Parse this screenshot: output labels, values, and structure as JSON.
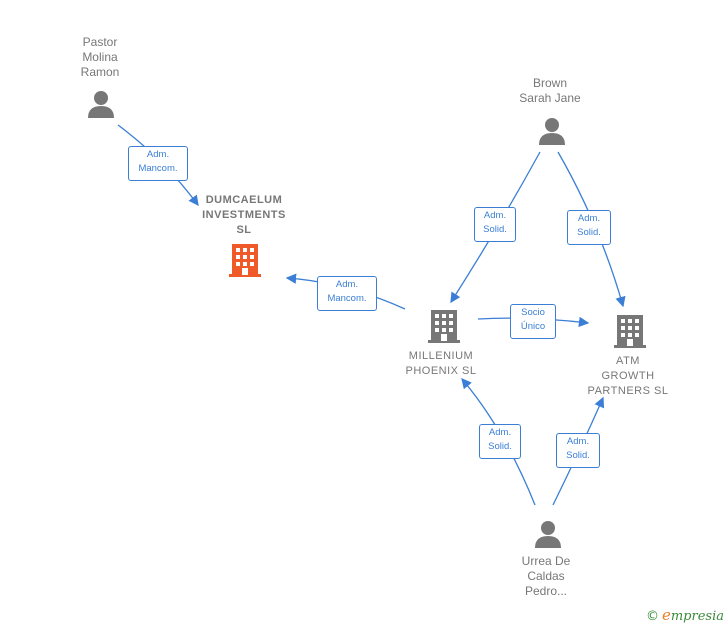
{
  "nodes": {
    "pastor": {
      "label": "Pastor\nMolina\nRamon",
      "type": "person"
    },
    "brown": {
      "label": "Brown\nSarah Jane",
      "type": "person"
    },
    "urrea": {
      "label": "Urrea De\nCaldas\nPedro...",
      "type": "person"
    },
    "dumcaelum": {
      "label": "DUMCAELUM\nINVESTMENTS\nSL",
      "type": "company-main"
    },
    "millenium": {
      "label": "MILLENIUM\nPHOENIX  SL",
      "type": "company"
    },
    "atm": {
      "label": "ATM\nGROWTH\nPARTNERS  SL",
      "type": "company"
    }
  },
  "edges": {
    "pastor_dumcaelum": "Adm.\nMancom.",
    "millenium_dumcaelum": "Adm.\nMancom.",
    "brown_millenium": "Adm.\nSolid.",
    "brown_atm": "Adm.\nSolid.",
    "millenium_atm": "Socio\nÚnico",
    "urrea_millenium": "Adm.\nSolid.",
    "urrea_atm": "Adm.\nSolid."
  },
  "colors": {
    "edge": "#3a7fd5",
    "person": "#777777",
    "company": "#777777",
    "main_company": "#f05a28"
  },
  "brand": {
    "copyright": "©",
    "e": "e",
    "rest": "mpresia"
  }
}
